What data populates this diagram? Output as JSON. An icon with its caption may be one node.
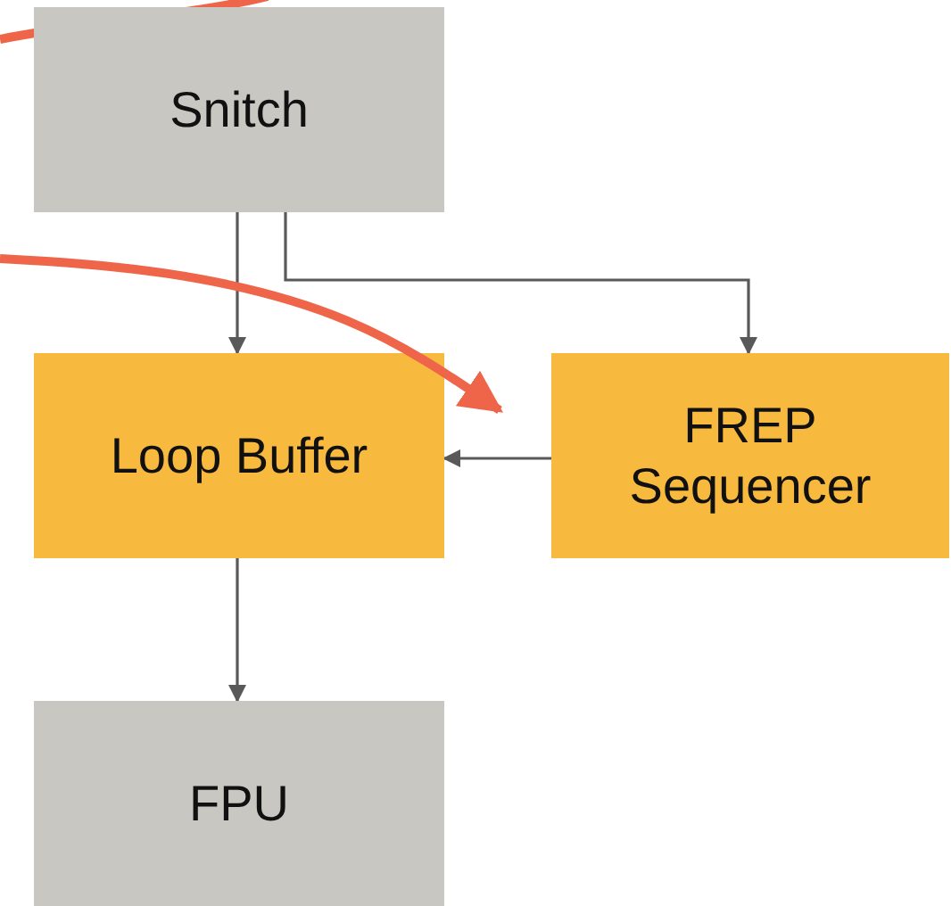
{
  "diagram": {
    "nodes": [
      {
        "text": [
          "Snitch"
        ]
      },
      {
        "text": [
          "Loop Buffer"
        ]
      },
      {
        "text": [
          "FREP Sequencer"
        ]
      },
      {
        "text": [
          "FPU"
        ]
      }
    ],
    "edges": [
      {
        "from": 0,
        "to": 1,
        "arrow": "to"
      },
      {
        "from": 0,
        "to": 2,
        "arrow": "to"
      },
      {
        "from": 2,
        "to": 1,
        "arrow": "to"
      },
      {
        "from": 1,
        "to": 3,
        "arrow": "to"
      },
      {
        "from": null,
        "to": 2,
        "arrow": "to",
        "style": "thick",
        "color": "#ee6549"
      }
    ]
  }
}
